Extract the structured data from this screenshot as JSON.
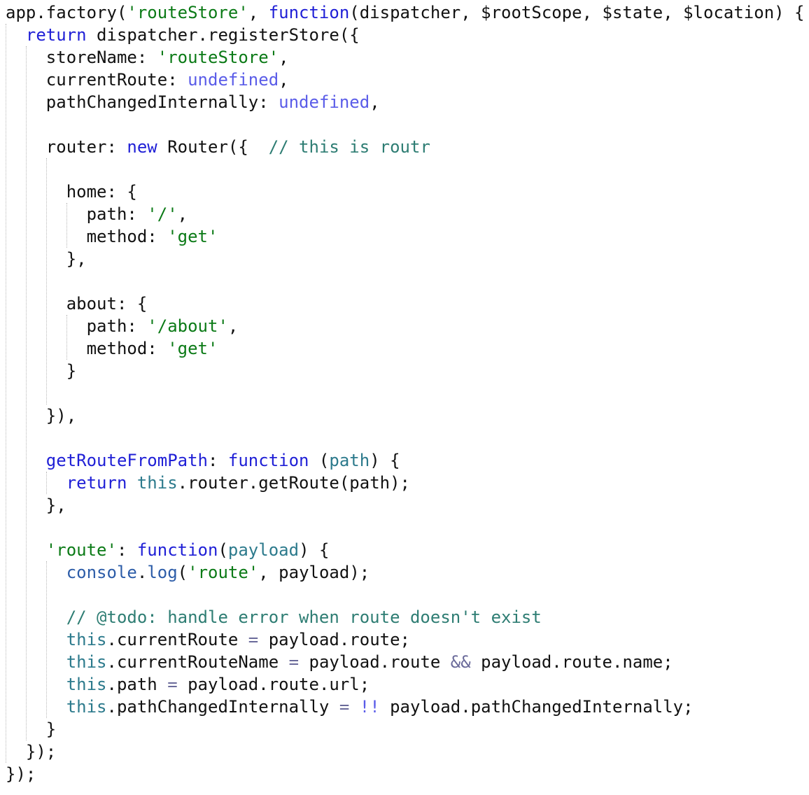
{
  "editor": {
    "language": "javascript",
    "colors": {
      "background": "#ffffff",
      "text": "#111111",
      "keyword": "#1f1fd6",
      "string": "#0b7a16",
      "literal": "#5a5ce8",
      "comment": "#2e7d73",
      "parameter": "#2c7a8c",
      "this": "#2c7a8c",
      "builtin": "#2c5ca8",
      "operator": "#6a6a9a",
      "indent_guide": "#b8b8b8"
    },
    "lines": [
      [
        {
          "t": "text",
          "v": "app.factory("
        },
        {
          "t": "str",
          "v": "'routeStore'"
        },
        {
          "t": "text",
          "v": ", "
        },
        {
          "t": "kw",
          "v": "function"
        },
        {
          "t": "text",
          "v": "(dispatcher, $rootScope, $state, $location) {"
        }
      ],
      [
        {
          "t": "text",
          "v": "  "
        },
        {
          "t": "kw",
          "v": "return"
        },
        {
          "t": "text",
          "v": " dispatcher.registerStore({"
        }
      ],
      [
        {
          "t": "text",
          "v": "    storeName: "
        },
        {
          "t": "str",
          "v": "'routeStore'"
        },
        {
          "t": "text",
          "v": ","
        }
      ],
      [
        {
          "t": "text",
          "v": "    currentRoute: "
        },
        {
          "t": "lit",
          "v": "undefined"
        },
        {
          "t": "text",
          "v": ","
        }
      ],
      [
        {
          "t": "text",
          "v": "    pathChangedInternally: "
        },
        {
          "t": "lit",
          "v": "undefined"
        },
        {
          "t": "text",
          "v": ","
        }
      ],
      [],
      [
        {
          "t": "text",
          "v": "    router: "
        },
        {
          "t": "kw",
          "v": "new"
        },
        {
          "t": "text",
          "v": " Router({  "
        },
        {
          "t": "cm",
          "v": "// this is routr"
        }
      ],
      [],
      [
        {
          "t": "text",
          "v": "      home: {"
        }
      ],
      [
        {
          "t": "text",
          "v": "        path: "
        },
        {
          "t": "str",
          "v": "'/'"
        },
        {
          "t": "text",
          "v": ","
        }
      ],
      [
        {
          "t": "text",
          "v": "        method: "
        },
        {
          "t": "str",
          "v": "'get'"
        }
      ],
      [
        {
          "t": "text",
          "v": "      },"
        }
      ],
      [],
      [
        {
          "t": "text",
          "v": "      about: {"
        }
      ],
      [
        {
          "t": "text",
          "v": "        path: "
        },
        {
          "t": "str",
          "v": "'/about'"
        },
        {
          "t": "text",
          "v": ","
        }
      ],
      [
        {
          "t": "text",
          "v": "        method: "
        },
        {
          "t": "str",
          "v": "'get'"
        }
      ],
      [
        {
          "t": "text",
          "v": "      }"
        }
      ],
      [],
      [
        {
          "t": "text",
          "v": "    }),"
        }
      ],
      [],
      [
        {
          "t": "text",
          "v": "    "
        },
        {
          "t": "fn",
          "v": "getRouteFromPath"
        },
        {
          "t": "text",
          "v": ": "
        },
        {
          "t": "kw",
          "v": "function"
        },
        {
          "t": "text",
          "v": " ("
        },
        {
          "t": "param",
          "v": "path"
        },
        {
          "t": "text",
          "v": ") {"
        }
      ],
      [
        {
          "t": "text",
          "v": "      "
        },
        {
          "t": "kw",
          "v": "return"
        },
        {
          "t": "text",
          "v": " "
        },
        {
          "t": "this",
          "v": "this"
        },
        {
          "t": "text",
          "v": ".router.getRoute(path);"
        }
      ],
      [
        {
          "t": "text",
          "v": "    },"
        }
      ],
      [],
      [
        {
          "t": "text",
          "v": "    "
        },
        {
          "t": "str",
          "v": "'route'"
        },
        {
          "t": "text",
          "v": ": "
        },
        {
          "t": "kw",
          "v": "function"
        },
        {
          "t": "text",
          "v": "("
        },
        {
          "t": "param",
          "v": "payload"
        },
        {
          "t": "text",
          "v": ") {"
        }
      ],
      [
        {
          "t": "text",
          "v": "      "
        },
        {
          "t": "builtin",
          "v": "console"
        },
        {
          "t": "text",
          "v": "."
        },
        {
          "t": "builtin",
          "v": "log"
        },
        {
          "t": "text",
          "v": "("
        },
        {
          "t": "str",
          "v": "'route'"
        },
        {
          "t": "text",
          "v": ", payload);"
        }
      ],
      [],
      [
        {
          "t": "text",
          "v": "      "
        },
        {
          "t": "cm",
          "v": "// @todo: handle error when route doesn't exist"
        }
      ],
      [
        {
          "t": "text",
          "v": "      "
        },
        {
          "t": "this",
          "v": "this"
        },
        {
          "t": "text",
          "v": ".currentRoute "
        },
        {
          "t": "op",
          "v": "="
        },
        {
          "t": "text",
          "v": " payload.route;"
        }
      ],
      [
        {
          "t": "text",
          "v": "      "
        },
        {
          "t": "this",
          "v": "this"
        },
        {
          "t": "text",
          "v": ".currentRouteName "
        },
        {
          "t": "op",
          "v": "="
        },
        {
          "t": "text",
          "v": " payload.route "
        },
        {
          "t": "op",
          "v": "&&"
        },
        {
          "t": "text",
          "v": " payload.route.name;"
        }
      ],
      [
        {
          "t": "text",
          "v": "      "
        },
        {
          "t": "this",
          "v": "this"
        },
        {
          "t": "text",
          "v": ".path "
        },
        {
          "t": "op",
          "v": "="
        },
        {
          "t": "text",
          "v": " payload.route.url;"
        }
      ],
      [
        {
          "t": "text",
          "v": "      "
        },
        {
          "t": "this",
          "v": "this"
        },
        {
          "t": "text",
          "v": ".pathChangedInternally "
        },
        {
          "t": "op",
          "v": "="
        },
        {
          "t": "text",
          "v": " "
        },
        {
          "t": "lit",
          "v": "!!"
        },
        {
          "t": "text",
          "v": " payload.pathChangedInternally;"
        }
      ],
      [
        {
          "t": "text",
          "v": "    }"
        }
      ],
      [
        {
          "t": "text",
          "v": "  });"
        }
      ],
      [
        {
          "t": "text",
          "v": "});"
        }
      ]
    ]
  }
}
